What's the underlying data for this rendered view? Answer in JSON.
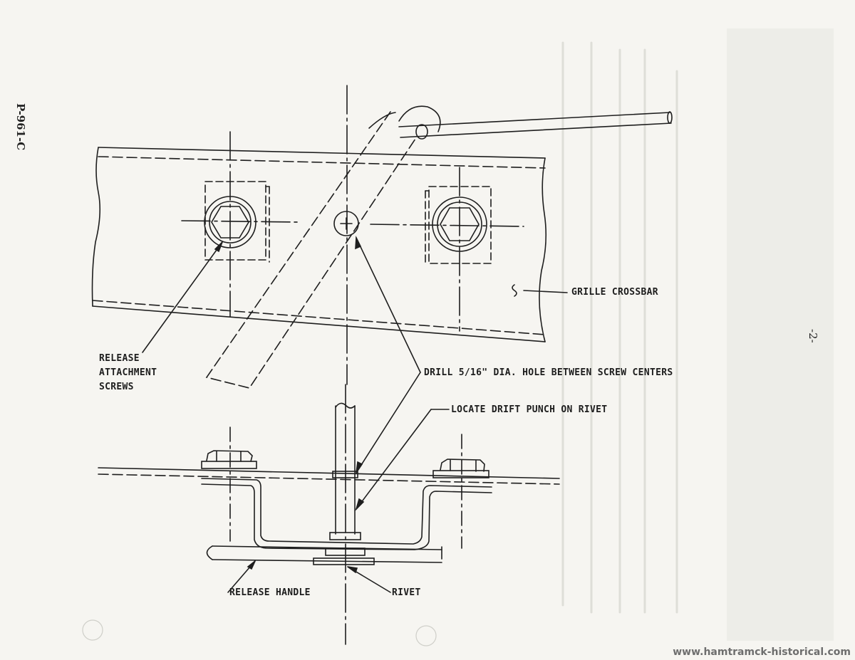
{
  "document": {
    "form_number": "P-961-C",
    "page_number": "-2-",
    "watermark": "www.hamtramck-historical.com"
  },
  "labels": {
    "grille_crossbar": "GRILLE CROSSBAR",
    "release_attachment_screws": [
      "RELEASE",
      "ATTACHMENT",
      "SCREWS"
    ],
    "drill_hole": "DRILL 5/16\" DIA. HOLE BETWEEN SCREW CENTERS",
    "locate_drift_punch": "LOCATE DRIFT PUNCH ON RIVET",
    "release_handle": "RELEASE HANDLE",
    "rivet": "RIVET"
  }
}
